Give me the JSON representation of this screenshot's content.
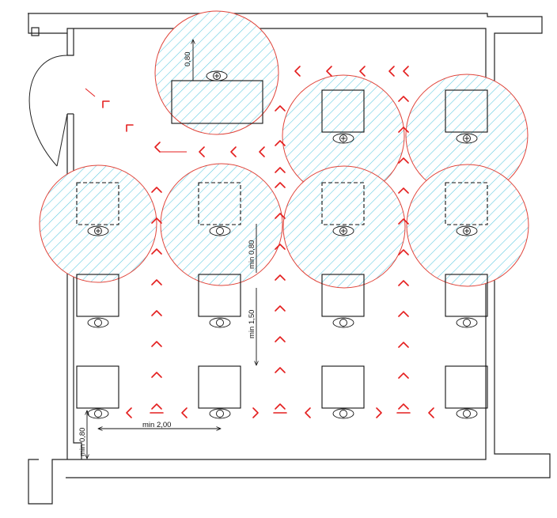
{
  "dimensions": {
    "top_desk_clearance": "0,80",
    "aisle_clearance": "min 0,80",
    "aisle_length": "min 1,50",
    "corridor_width": "min 2,00",
    "wall_clearance": "min 0,80"
  },
  "colors": {
    "zone_stroke": "#e0443a",
    "hatch": "#5bc8e0",
    "arrow": "#e41e1e",
    "lines": "#111111"
  }
}
